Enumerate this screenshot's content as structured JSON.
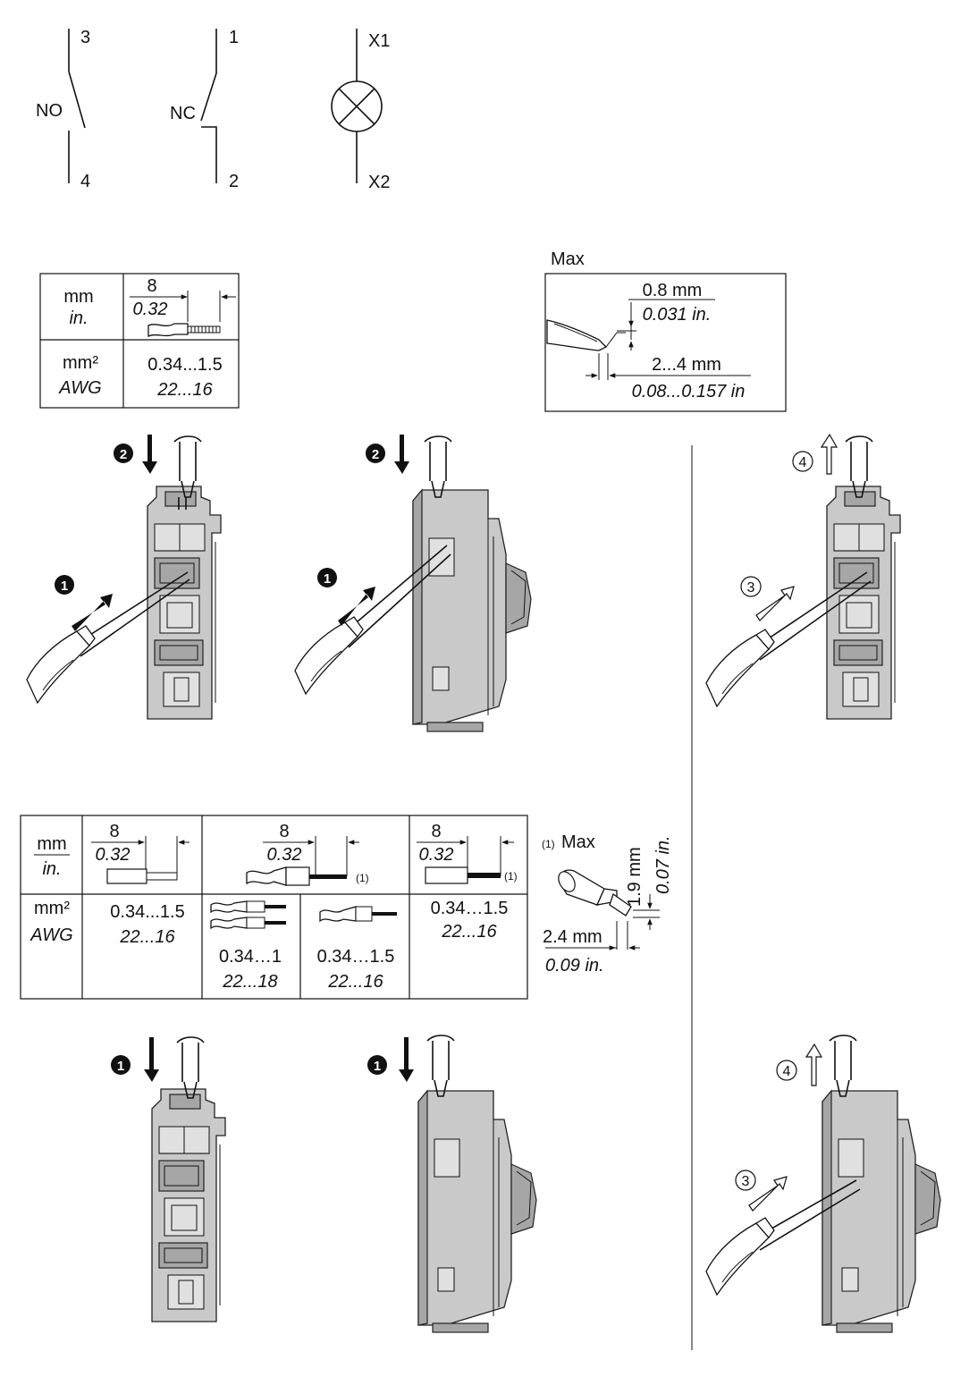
{
  "symbols": {
    "no": {
      "label": "NO",
      "top": "3",
      "bottom": "4"
    },
    "nc": {
      "label": "NC",
      "top": "1",
      "bottom": "2"
    },
    "lamp": {
      "top": "X1",
      "bottom": "X2"
    }
  },
  "strip_table_1": {
    "units_length": "mm",
    "units_length_in": "in.",
    "strip_mm": "8",
    "strip_in": "0.32",
    "units_area": "mm²",
    "units_awg": "AWG",
    "range_mm2": "0.34...1.5",
    "range_awg": "22...16"
  },
  "screwdriver_spec": {
    "title": "Max",
    "tip_mm": "0.8 mm",
    "tip_in": "0.031 in.",
    "width_mm": "2...4 mm",
    "width_in": "0.08...0.157 in"
  },
  "steps": {
    "one": "1",
    "two": "2",
    "three": "3",
    "four": "4"
  },
  "strip_table_2": {
    "units_length": "mm",
    "units_length_in": "in.",
    "units_area": "mm²",
    "units_awg": "AWG",
    "col1": {
      "strip_mm": "8",
      "strip_in": "0.32",
      "range_mm2": "0.34...1.5",
      "range_awg": "22...16"
    },
    "col2": {
      "strip_mm": "8",
      "strip_in": "0.32",
      "note": "(1)",
      "a_range_mm2": "0.34…1",
      "a_range_awg": "22...18",
      "b_range_mm2": "0.34…1.5",
      "b_range_awg": "22...16"
    },
    "col3": {
      "strip_mm": "8",
      "strip_in": "0.32",
      "note": "(1)",
      "range_mm2": "0.34…1.5",
      "range_awg": "22...16"
    }
  },
  "ferrule_spec": {
    "note": "(1)",
    "title": "Max",
    "height_mm": "1.9 mm",
    "height_in": "0.07 in.",
    "length_mm": "2.4 mm",
    "length_in": "0.09 in."
  }
}
